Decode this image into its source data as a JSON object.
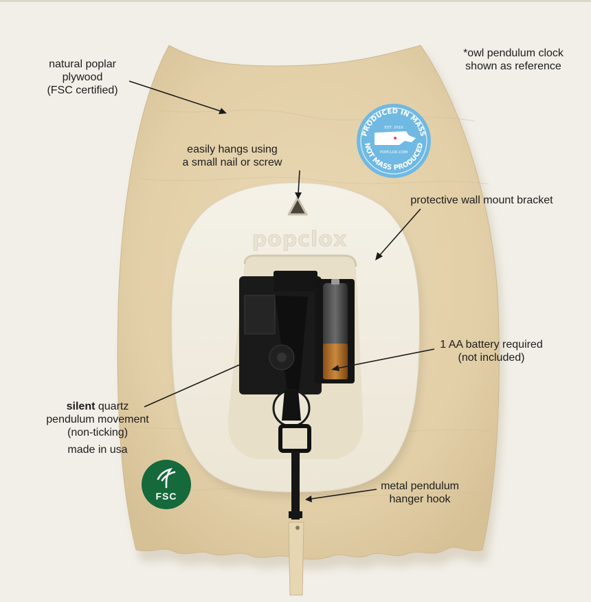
{
  "annotations": {
    "plywood": [
      "natural poplar",
      "plywood",
      "(FSC certified)"
    ],
    "reference": [
      "*owl pendulum clock",
      "shown as reference"
    ],
    "hangs": [
      "easily hangs using",
      "a small nail or screw"
    ],
    "bracket": "protective wall mount bracket",
    "battery": [
      "1 AA battery required",
      "(not included)"
    ],
    "movement": {
      "bold": "silent",
      "rest": " quartz",
      "line2": "pendulum movement",
      "line3": "(non-ticking)",
      "line4": "made in usa"
    },
    "hook": [
      "metal pendulum",
      "hanger hook"
    ]
  },
  "bracket_brand": "popclox",
  "badge": {
    "top_arc": "PRODUCED IN MASS",
    "est": "EST. 2010",
    "site": "POPCLOX.COM",
    "bottom_arc": "NOT MASS PRODUCED"
  },
  "fsc_logo_text": "FSC",
  "colors": {
    "background": "#f1efe8",
    "wood": "#e6d5b0",
    "bracket": "#f1ede2",
    "badge_blue": "#6fb9e3",
    "fsc_green": "#15693a"
  }
}
